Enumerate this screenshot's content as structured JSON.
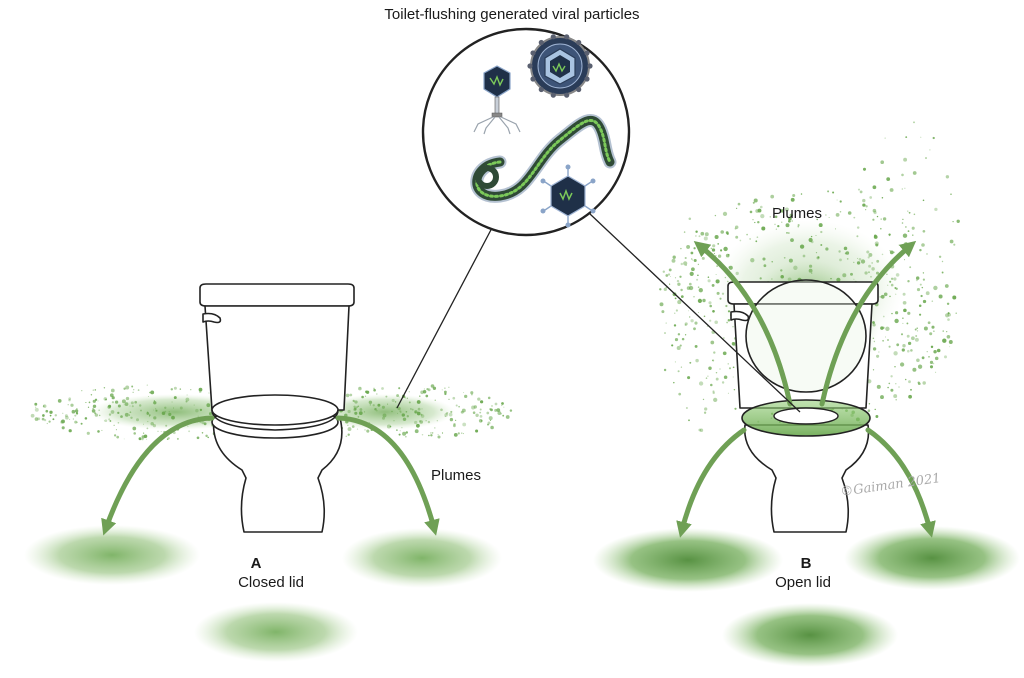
{
  "figure": {
    "title": "Toilet-flushing generated viral particles",
    "panel_a": {
      "letter": "A",
      "caption": "Closed lid",
      "plumes_label": "Plumes"
    },
    "panel_b": {
      "letter": "B",
      "caption": "Open lid",
      "plumes_label": "Plumes"
    },
    "signature": "©Gaiman 2021"
  },
  "colors": {
    "plume_green": "#6aa84f",
    "arrow_green": "#6fa055",
    "virus_dark": "#1f3048",
    "outline": "#222222"
  }
}
